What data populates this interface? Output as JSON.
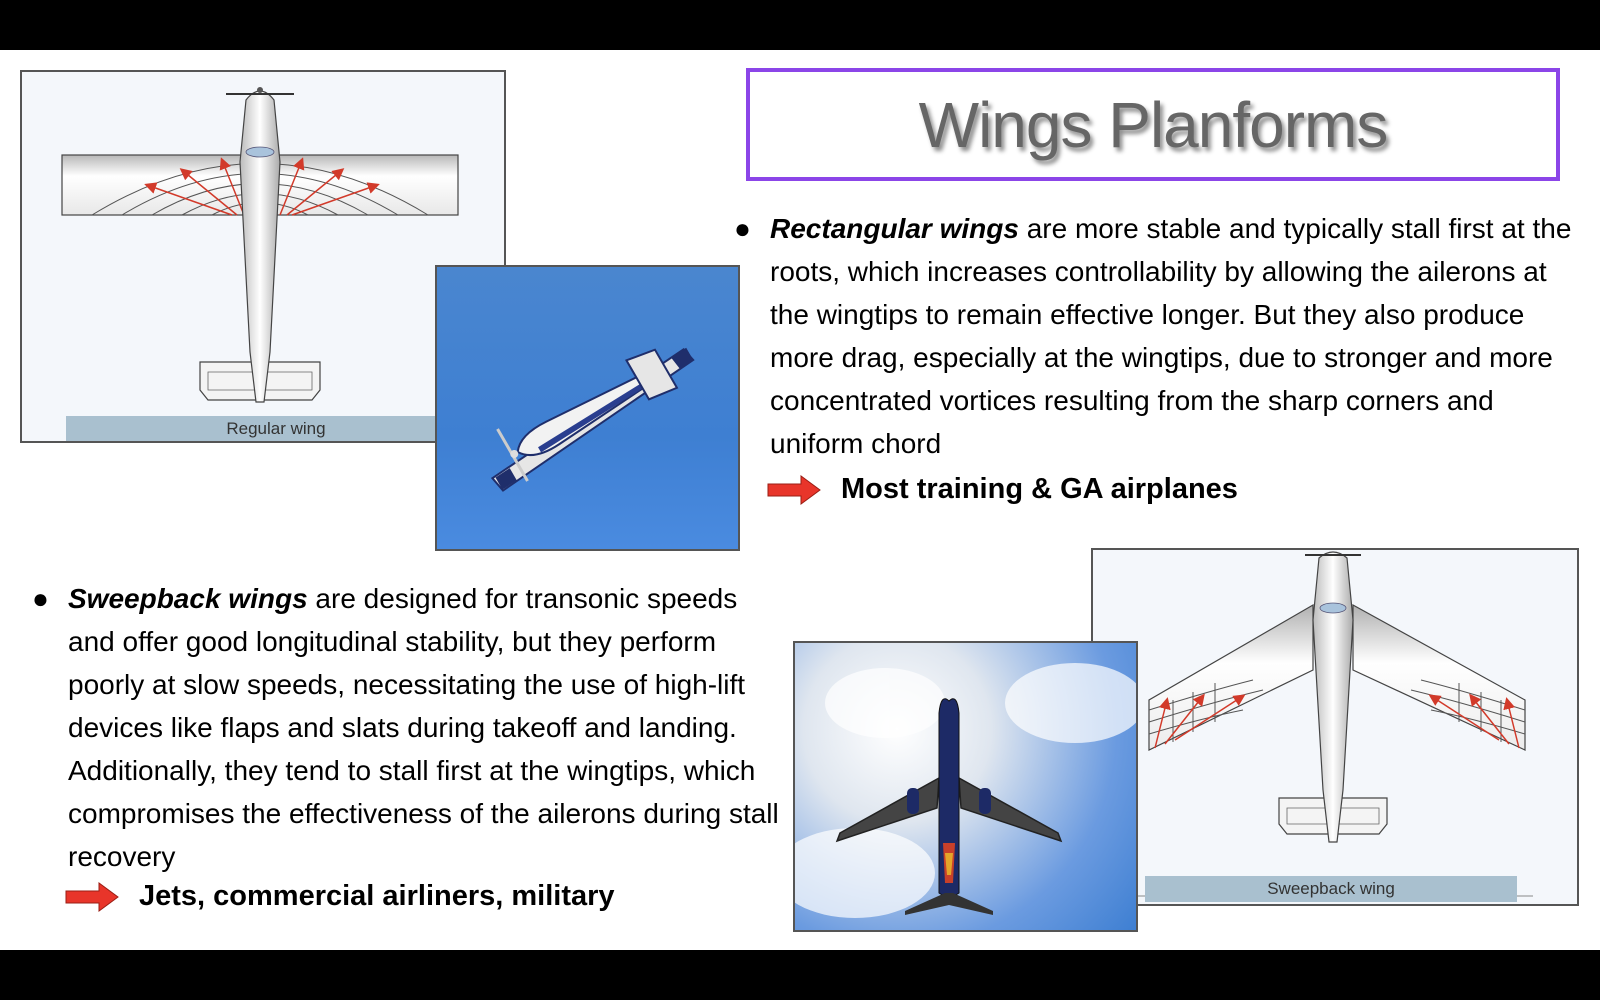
{
  "slide": {
    "title": "Wings Planforms",
    "rect_section": {
      "term": "Rectangular wings",
      "text": " are more stable and typically stall first at the roots, which increases controllability by allowing the ailerons at the wingtips to remain effective longer. But they also produce more drag, especially at the wingtips, due to stronger and more concentrated vortices resulting from the sharp corners and uniform chord",
      "arrow_label": "Most training & GA airplanes"
    },
    "sweep_section": {
      "term": "Sweepback wings",
      "text": " are designed for transonic speeds and offer good longitudinal stability, but they perform poorly at slow speeds, necessitating the use of high-lift devices like flaps and slats during takeoff and landing. Additionally, they tend to stall first at the wingtips, which compromises the effectiveness of the ailerons during stall recovery",
      "arrow_label": "Jets, commercial airliners, military"
    },
    "diagrams": {
      "regular_caption": "Regular wing",
      "sweep_caption": "Sweepback wing"
    },
    "colors": {
      "title_border": "#8b45e8",
      "arrow": "#e8352a",
      "sky": "#3f7fd0"
    }
  }
}
